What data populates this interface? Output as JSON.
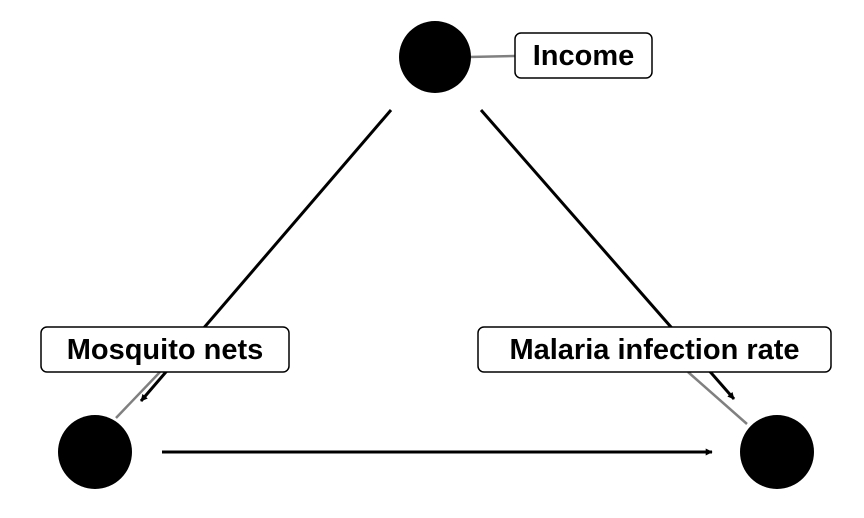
{
  "diagram": {
    "type": "directed acyclic graph",
    "node_color": "#000000",
    "edge_color": "#000000",
    "label_border_color": "#000000",
    "label_background": "#ffffff",
    "leader_line_color": "#808080",
    "nodes": [
      {
        "id": "income",
        "label": "Income"
      },
      {
        "id": "nets",
        "label": "Mosquito nets"
      },
      {
        "id": "malaria",
        "label": "Malaria infection rate"
      }
    ],
    "edges": [
      {
        "from": "income",
        "to": "nets"
      },
      {
        "from": "income",
        "to": "malaria"
      },
      {
        "from": "nets",
        "to": "malaria"
      }
    ]
  }
}
